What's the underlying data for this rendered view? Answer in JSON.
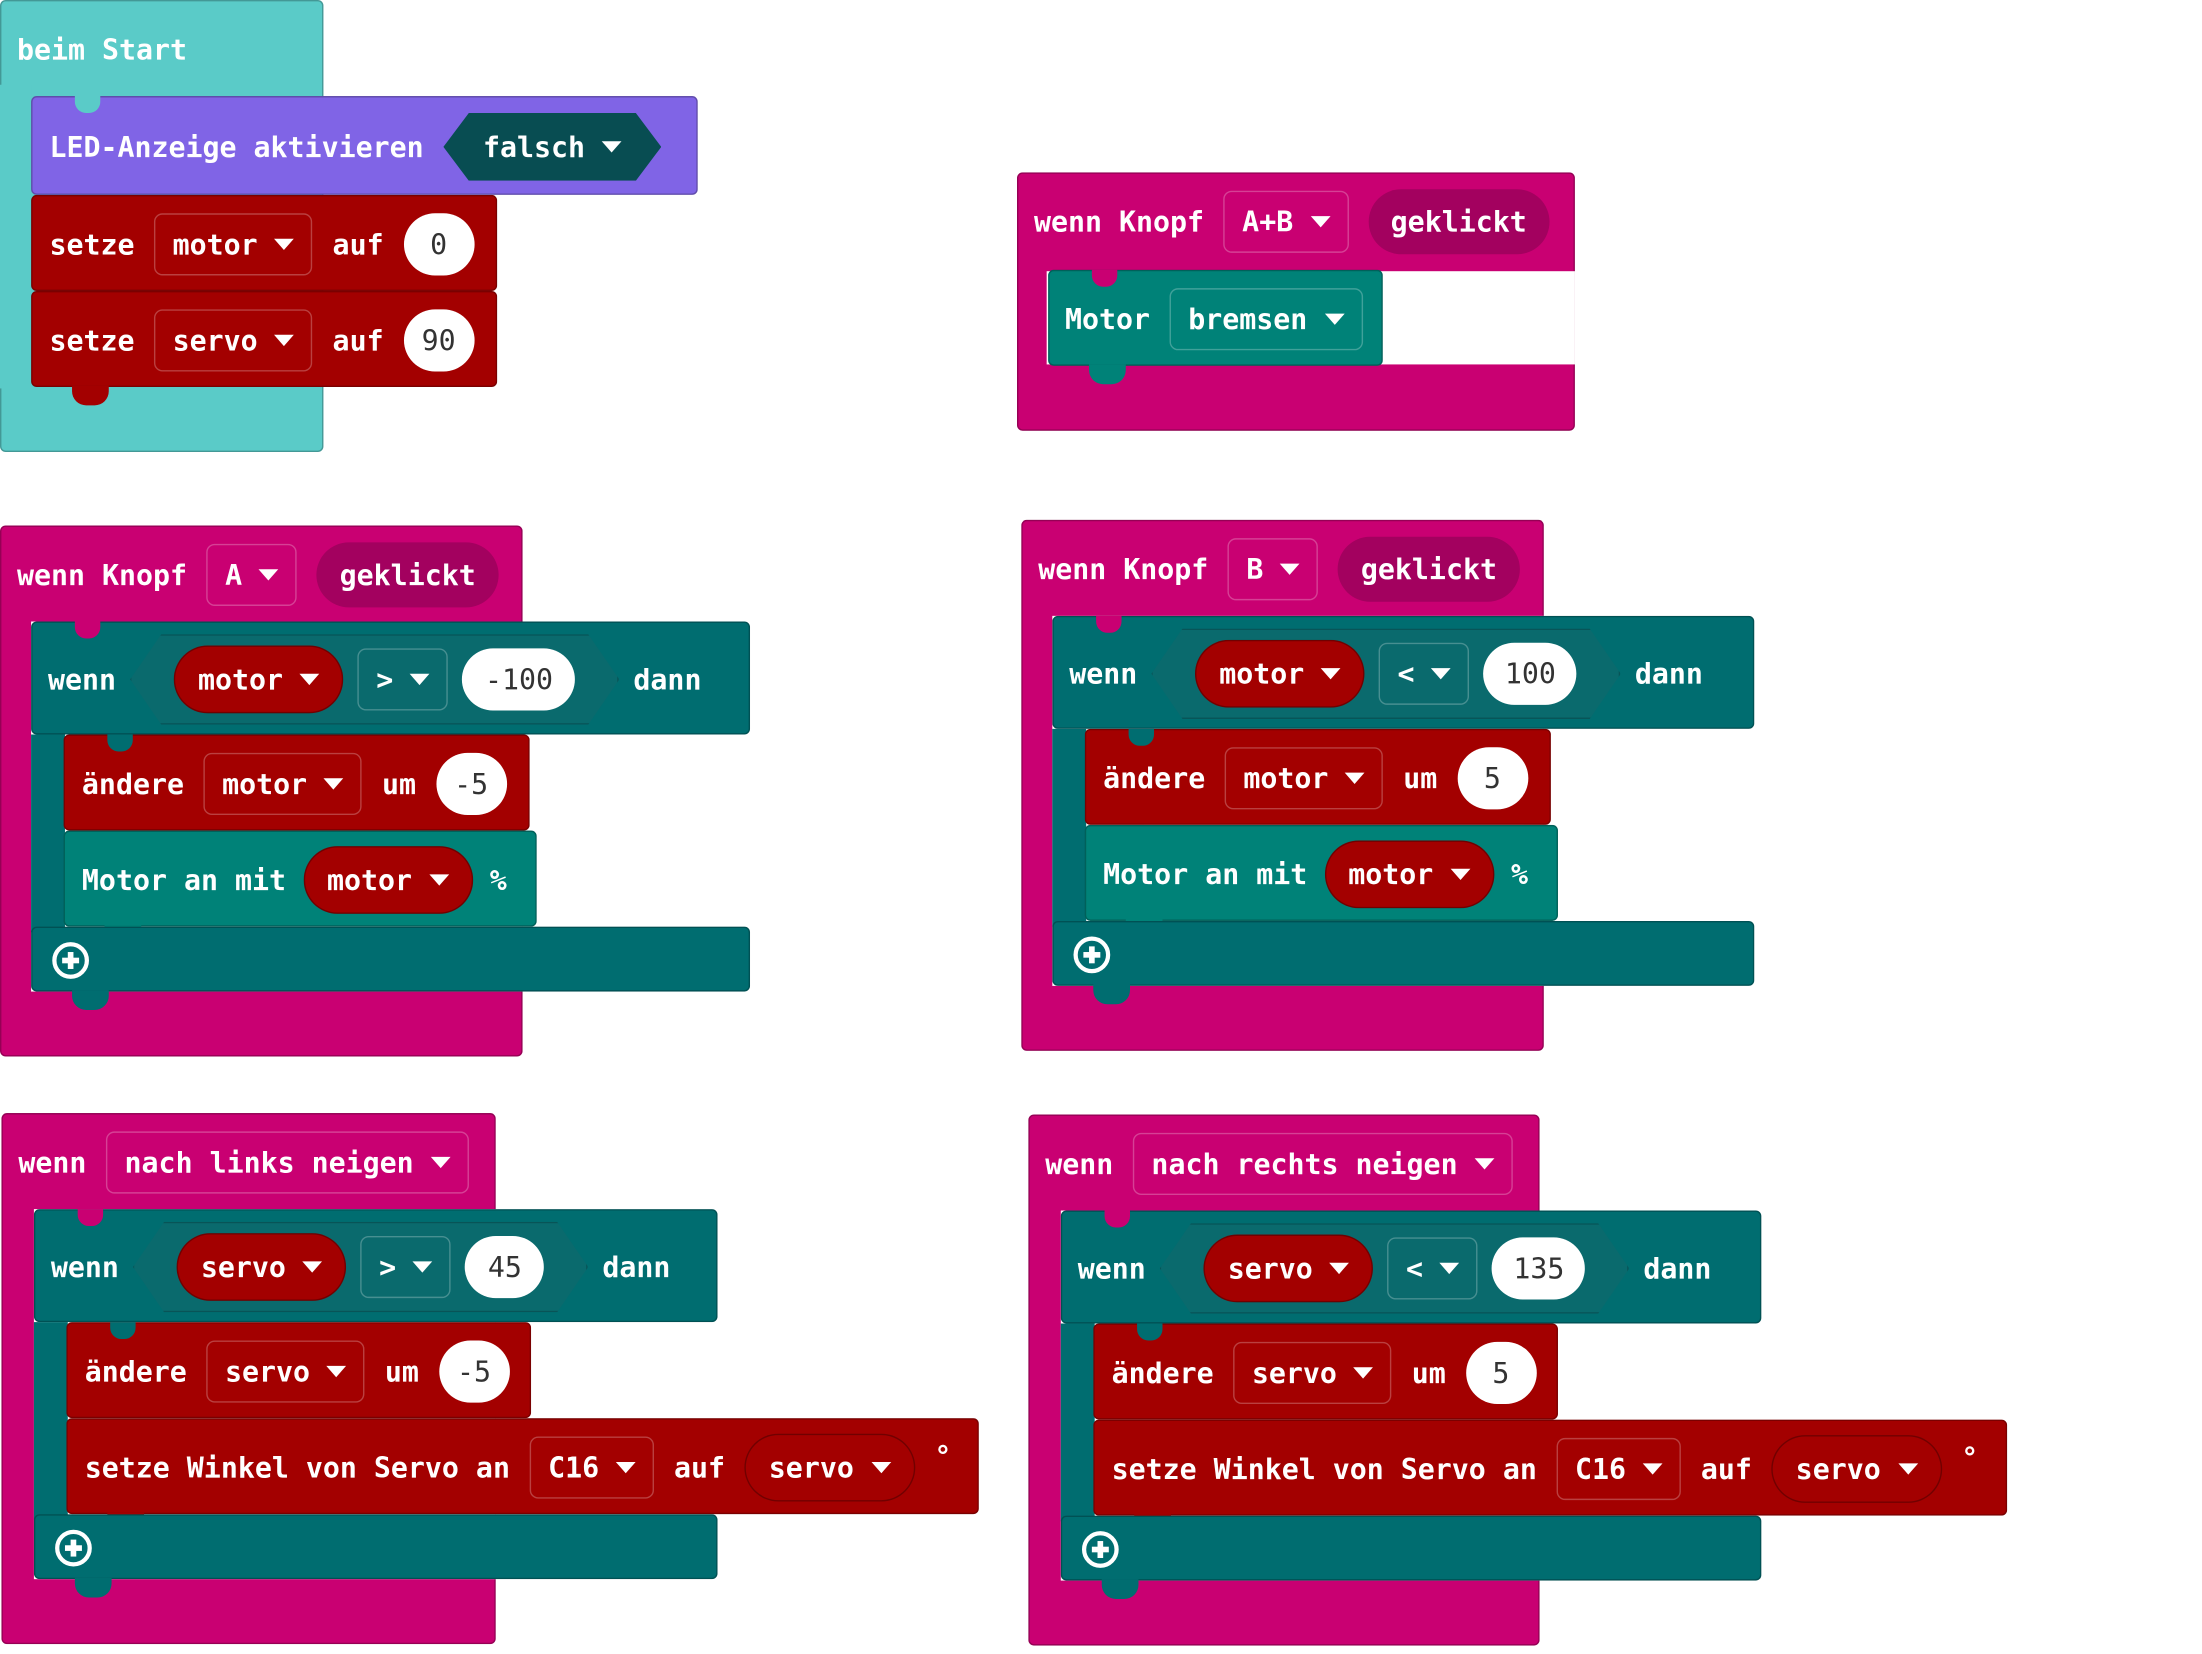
{
  "workspace": {
    "start": {
      "header": "beim Start",
      "led": {
        "label": "LED-Anzeige aktivieren",
        "value": "falsch"
      },
      "set_motor": {
        "label": "setze",
        "var": "motor",
        "to": "auf",
        "value": "0"
      },
      "set_servo": {
        "label": "setze",
        "var": "servo",
        "to": "auf",
        "value": "90"
      }
    },
    "button_ab": {
      "when": "wenn Knopf",
      "button": "A+B",
      "event": "geklickt",
      "motor_label": "Motor",
      "action": "bremsen"
    },
    "button_a": {
      "when": "wenn Knopf",
      "button": "A",
      "event": "geklickt",
      "if": "wenn",
      "var": "motor",
      "op": ">",
      "value": "-100",
      "then": "dann",
      "change": {
        "label": "ändere",
        "var": "motor",
        "by": "um",
        "value": "-5"
      },
      "motor_on": {
        "label": "Motor an mit",
        "var": "motor",
        "unit": "%"
      }
    },
    "button_b": {
      "when": "wenn Knopf",
      "button": "B",
      "event": "geklickt",
      "if": "wenn",
      "var": "motor",
      "op": "<",
      "value": "100",
      "then": "dann",
      "change": {
        "label": "ändere",
        "var": "motor",
        "by": "um",
        "value": "5"
      },
      "motor_on": {
        "label": "Motor an mit",
        "var": "motor",
        "unit": "%"
      }
    },
    "tilt_left": {
      "when": "wenn",
      "gesture": "nach links neigen",
      "if": "wenn",
      "var": "servo",
      "op": ">",
      "value": "45",
      "then": "dann",
      "change": {
        "label": "ändere",
        "var": "servo",
        "by": "um",
        "value": "-5"
      },
      "servo_set": {
        "label": "setze Winkel von Servo an",
        "pin": "C16",
        "to": "auf",
        "var": "servo",
        "unit": "°"
      }
    },
    "tilt_right": {
      "when": "wenn",
      "gesture": "nach rechts neigen",
      "if": "wenn",
      "var": "servo",
      "op": "<",
      "value": "135",
      "then": "dann",
      "change": {
        "label": "ändere",
        "var": "servo",
        "by": "um",
        "value": "5"
      },
      "servo_set": {
        "label": "setze Winkel von Servo an",
        "pin": "C16",
        "to": "auf",
        "var": "servo",
        "unit": "°"
      }
    }
  },
  "colors": {
    "basic": "#5acbc8",
    "led": "#8064e6",
    "variables": "#a30000",
    "input": "#c90072",
    "logic": "#006d70",
    "motor": "#008278",
    "white": "#ffffff"
  },
  "icons": [
    "dropdown-caret-icon",
    "add-branch-icon"
  ]
}
